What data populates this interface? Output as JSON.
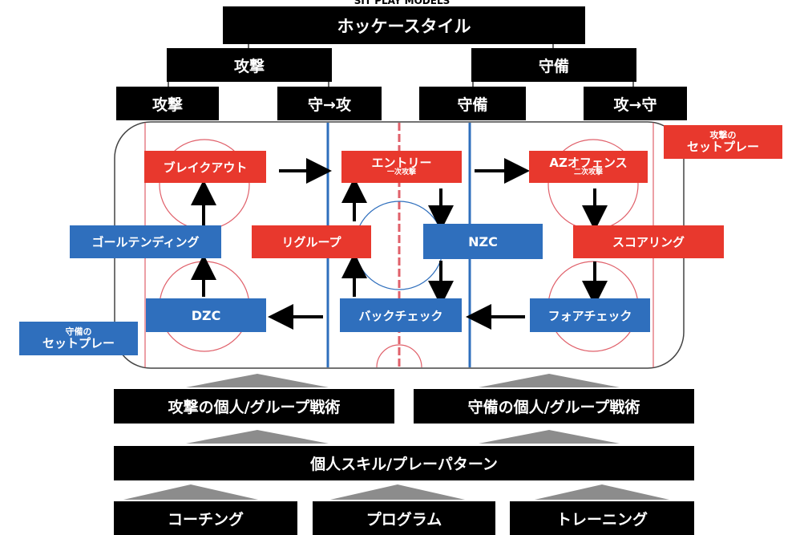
{
  "top_caption": "SIT PLAY MODELS",
  "title": "ホッケースタイル",
  "level1": {
    "offense": "攻撃",
    "defense": "守備"
  },
  "level2": {
    "offense": "攻撃",
    "def_to_off": "守→攻",
    "defense": "守備",
    "off_to_def": "攻→守"
  },
  "rink_boxes": {
    "breakout": "ブレイクアウト",
    "entry": "エントリー",
    "entry_sub": "一次攻撃",
    "az_offense": "AZオフェンス",
    "az_offense_sub": "二次攻撃",
    "goaltending": "ゴールテンディング",
    "regroup": "リグループ",
    "nzc": "NZC",
    "scoring": "スコアリング",
    "dzc": "DZC",
    "backcheck": "バックチェック",
    "forecheck": "フォアチェック"
  },
  "set_play_offense": {
    "line1": "攻撃の",
    "line2": "セットプレー"
  },
  "set_play_defense": {
    "line1": "守備の",
    "line2": "セットプレー"
  },
  "tactics": {
    "offense": "攻撃の個人/グループ戦術",
    "defense": "守備の個人/グループ戦術"
  },
  "skills": "個人スキル/プレーパターン",
  "foundation": {
    "coaching": "コーチング",
    "program": "プログラム",
    "training": "トレーニング"
  },
  "colors": {
    "black": "#000000",
    "red": "#e8382d",
    "blue": "#2f6fbd",
    "rink_line_red": "#e0606a",
    "rink_line_blue": "#2f6fbd",
    "triangle": "#8c8c8c"
  }
}
